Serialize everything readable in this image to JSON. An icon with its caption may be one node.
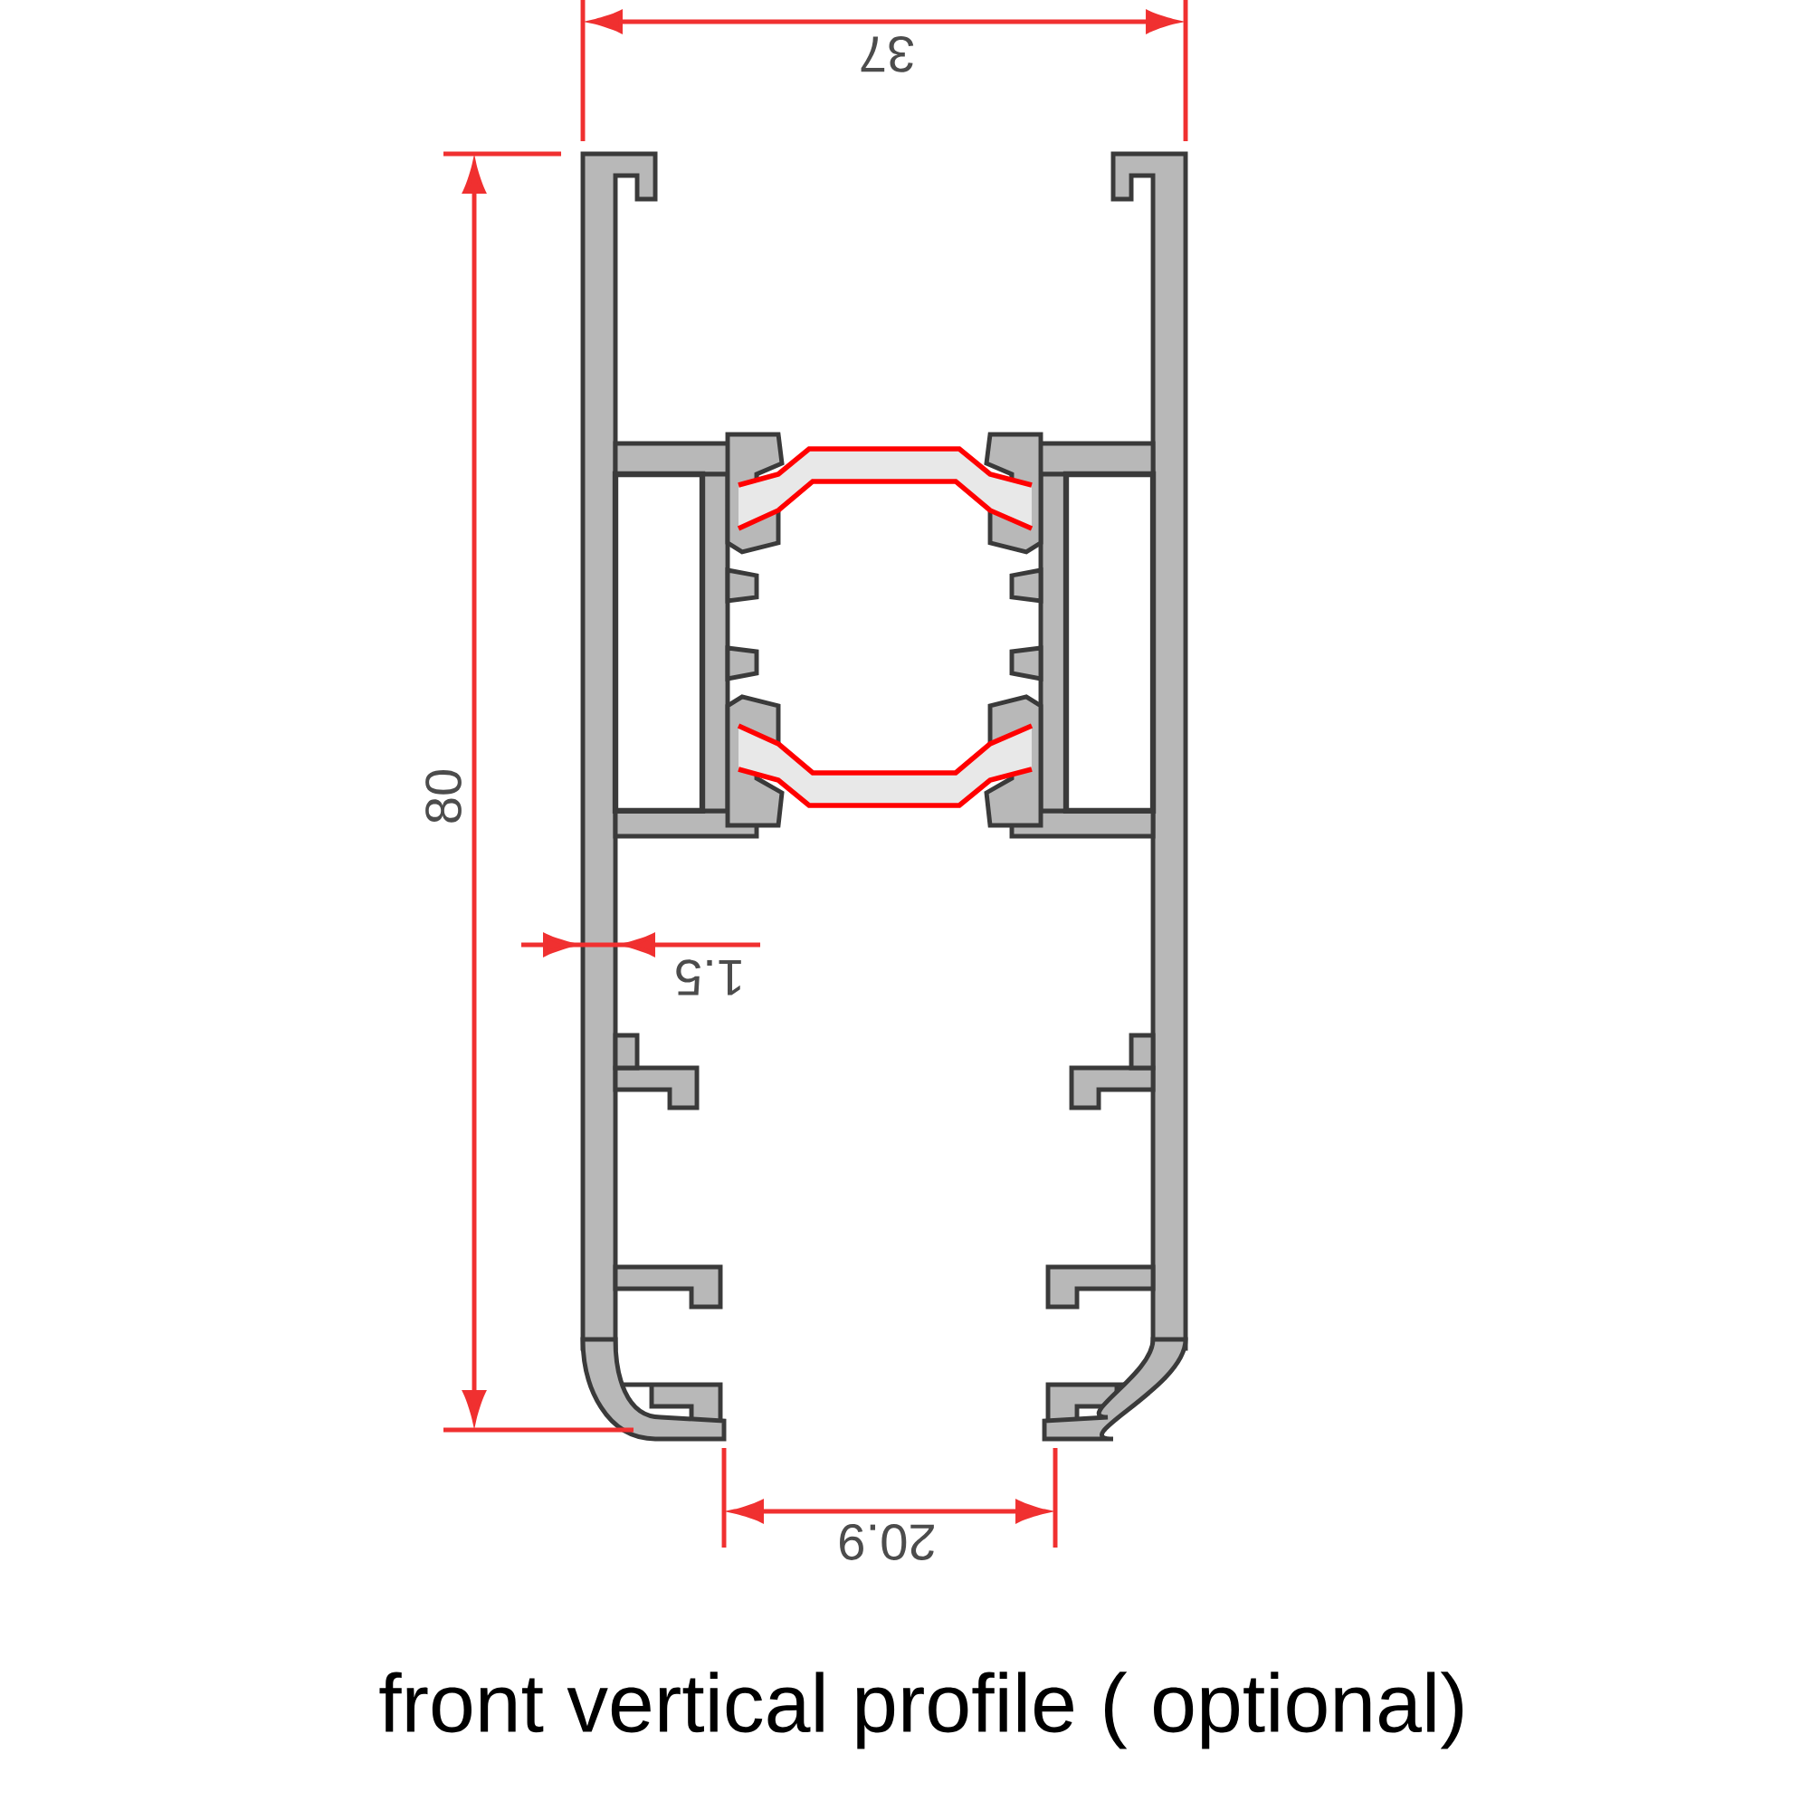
{
  "diagram": {
    "caption": "front vertical profile ( optional)",
    "labels": [
      "37",
      "80",
      "1.5",
      "20.9"
    ]
  }
}
